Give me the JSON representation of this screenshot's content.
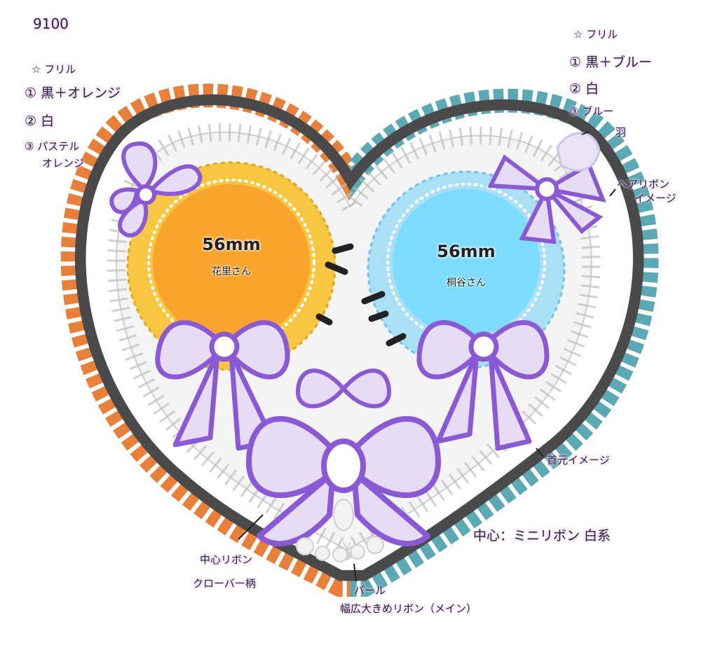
{
  "title_number": "9100",
  "left_notes": {
    "header": "☆ フリル",
    "item1": "① 黒＋オレンジ",
    "item2": "② 白",
    "item3a": "③ パステル",
    "item3b": "オレンジ"
  },
  "right_notes": {
    "header": "☆ フリル",
    "item1": "① 黒＋ブルー",
    "item2": "② 白",
    "item3": "③ ブルー",
    "feather": "羽",
    "hair_ribbon_a": "ヘアリボン",
    "hair_ribbon_b": "イメージ"
  },
  "left_circle": {
    "size": "56mm",
    "name": "花里さん",
    "color": "#f9a42a"
  },
  "right_circle": {
    "size": "56mm",
    "name": "桐谷さん",
    "color": "#7bdcff"
  },
  "annotations": {
    "neck": "首元イメージ",
    "center": "中心：ミニリボン 白系",
    "center_ribbon": "中心リボン",
    "clover": "クローバー柄",
    "pearl": "パール",
    "main_ribbon": "幅広大きめリボン（メイン）"
  },
  "colors": {
    "orange_frill": "#e8803a",
    "blue_frill": "#5aa9b4",
    "dark_frill": "#4a4a4a",
    "ribbon_outline": "#8a5ad6",
    "ribbon_fill": "#e6dcf3"
  }
}
